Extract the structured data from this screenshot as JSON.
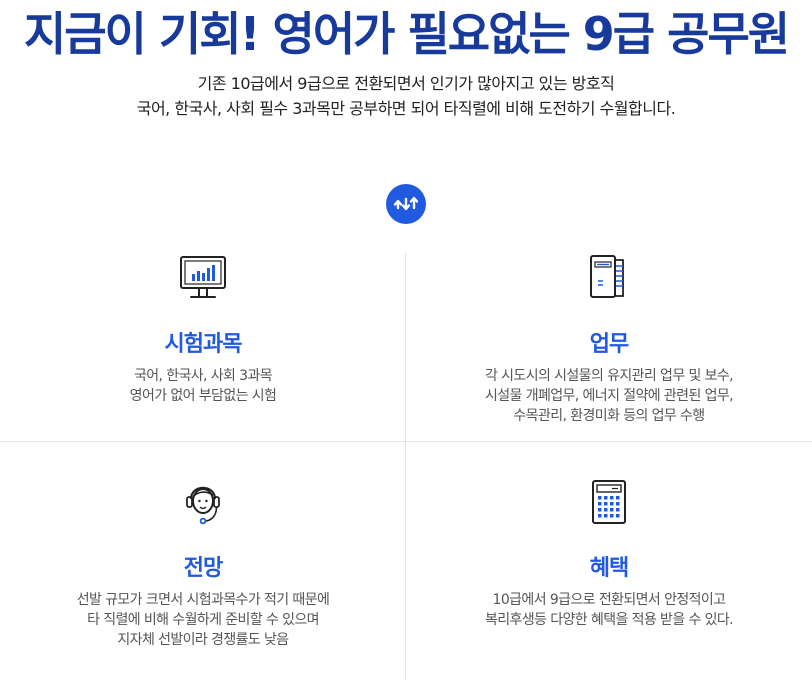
{
  "headline": "지금이 기회! 영어가 필요없는 9급 공무원",
  "subtitle": {
    "line1": "기존 10급에서 9급으로 전환되면서 인기가 많아지고 있는 방호직",
    "line2": "국어, 한국사, 사회 필수 3과목만 공부하면 되어 타직렬에 비해 도전하기 수월합니다."
  },
  "badge_icon": "updown-arrows-icon",
  "accent_color": "#1f5ae0",
  "headline_color": "#173a9b",
  "cards": [
    {
      "icon": "monitor-chart-icon",
      "title": "시험과목",
      "desc": [
        "국어, 한국사, 사회 3과목",
        "영어가 없어 부담없는 시험"
      ]
    },
    {
      "icon": "document-icon",
      "title": "업무",
      "desc": [
        "각 시도시의 시설물의 유지관리 업무 및 보수,",
        "시설물 개폐업무, 에너지 절약에 관련된 업무,",
        "수목관리, 환경미화 등의 업무 수행"
      ]
    },
    {
      "icon": "headset-person-icon",
      "title": "전망",
      "desc": [
        "선발 규모가 크면서 시험과목수가 적기 때문에",
        "타 직렬에 비해 수월하게 준비할 수 있으며",
        "지자체 선발이라 경쟁률도 낮음"
      ]
    },
    {
      "icon": "calculator-icon",
      "title": "혜택",
      "desc": [
        "10급에서 9급으로 전환되면서 안정적이고",
        "복리후생등 다양한 혜택을 적용 받을 수 있다."
      ]
    }
  ]
}
